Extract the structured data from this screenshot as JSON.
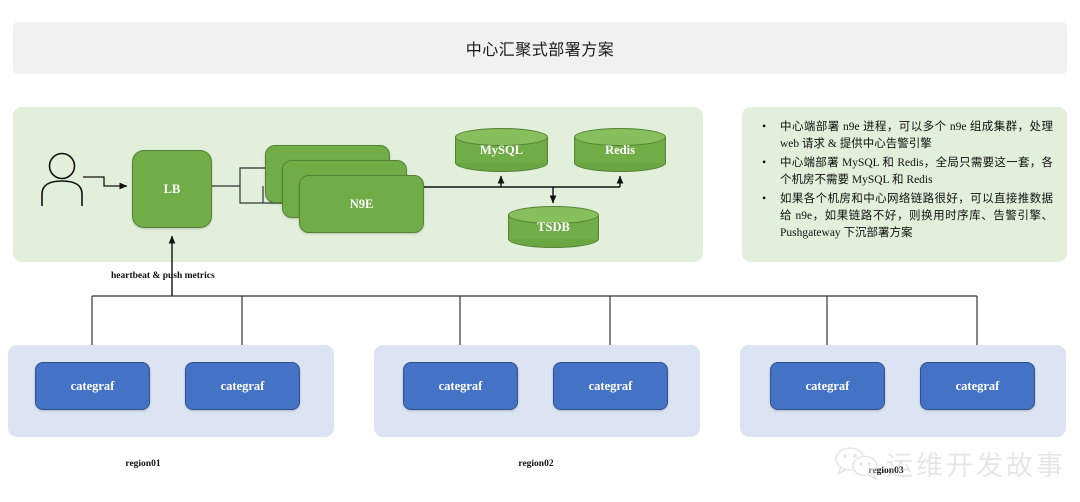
{
  "page": {
    "title": "中心汇聚式部署方案",
    "watermark": "运维开发故事",
    "watermark_icon": "wechat-icon"
  },
  "colors": {
    "title_bar": "#f1f1f1",
    "panel_green": "#e2efda",
    "panel_blue": "#dce3f2",
    "node_green": "#70ad47",
    "node_green_border": "#548235",
    "node_blue": "#4472c4",
    "node_blue_border": "#2f528f",
    "line": "#333333",
    "watermark": "#c9c9c9"
  },
  "center": {
    "actor": "user-actor",
    "lb": {
      "label": "LB"
    },
    "n9e": {
      "label": "N9E",
      "stack_count": 3
    },
    "mysql": {
      "label": "MySQL"
    },
    "redis": {
      "label": "Redis"
    },
    "tsdb": {
      "label": "TSDB"
    },
    "edge_label": "heartbeat & push metrics"
  },
  "notes": {
    "items": [
      "中心端部署 n9e 进程，可以多个 n9e 组成集群，处理 web 请求 & 提供中心告警引擎",
      "中心端部署 MySQL 和 Redis，全局只需要这一套，各个机房不需要 MySQL 和 Redis",
      "如果各个机房和中心网络链路很好，可以直接推数据给 n9e，如果链路不好，则换用时序库、告警引擎、Pushgateway 下沉部署方案"
    ]
  },
  "regions": [
    {
      "label": "region01",
      "agents": [
        {
          "label": "categraf"
        },
        {
          "label": "categraf"
        }
      ]
    },
    {
      "label": "region02",
      "agents": [
        {
          "label": "categraf"
        },
        {
          "label": "categraf"
        }
      ]
    },
    {
      "label": "region03",
      "agents": [
        {
          "label": "categraf"
        },
        {
          "label": "categraf"
        }
      ]
    }
  ]
}
